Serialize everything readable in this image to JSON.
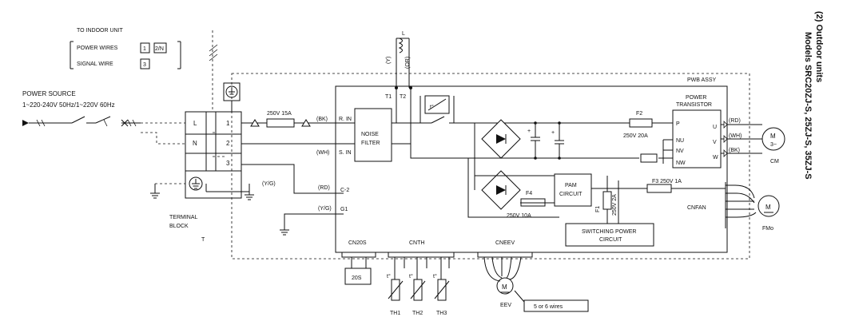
{
  "heading": {
    "section": "(2)  Outdoor units",
    "models": "Models SRC20ZJ-S, 25ZJ-S, 35ZJ-S"
  },
  "legend": {
    "title": "TO INDOOR UNIT",
    "power_wires": "POWER WIRES",
    "power_nums": "1",
    "power_frac": "2/N",
    "signal_wire": "SIGNAL WIRE",
    "signal_num": "3"
  },
  "power_source": {
    "label": "POWER SOURCE",
    "spec": "1~220-240V 50Hz/1~220V 60Hz"
  },
  "terminal_block": {
    "label1": "TERMINAL",
    "label2": "BLOCK",
    "tag": "T",
    "row_L": "L",
    "row_N": "N",
    "t1": "1",
    "t2": "2",
    "t3": "3"
  },
  "wires": {
    "fuse_main": "250V 15A",
    "bk": "(BK)",
    "wh": "(WH)",
    "rd": "(RD)",
    "yg1": "(Y/G)",
    "yg2": "(Y/G)",
    "y": "(Y)",
    "or": "(OR)",
    "L": "L",
    "T1": "T1",
    "T2": "T2"
  },
  "pwb": {
    "label": "PWB ASSY",
    "r_in": "R. IN",
    "s_in": "S. IN",
    "c2": "C-2",
    "g1": "G1",
    "noise_filter_1": "NOISE",
    "noise_filter_2": "FILTER",
    "cn20s": "CN20S",
    "cnth": "CNTH",
    "cneev": "CNEEV",
    "cnfan": "CNFAN",
    "tdeg": "t°"
  },
  "power_transistor": {
    "label1": "POWER",
    "label2": "TRANSISTOR",
    "p": "P",
    "nu": "NU",
    "nv": "NV",
    "nw": "NW",
    "u": "U",
    "v": "V",
    "w": "W"
  },
  "fuses": {
    "f2": "F2",
    "f2_spec": "250V 20A",
    "f3": "F3 250V 1A",
    "f4": "F4",
    "f4_spec": "250V 10A",
    "f1": "F1",
    "f1_spec": "250V 2A"
  },
  "pam": {
    "l1": "PAM",
    "l2": "CIRCUIT"
  },
  "switching": {
    "l1": "SWITCHING POWER",
    "l2": "CIRCUIT"
  },
  "motor": {
    "cm": "CM",
    "fmo": "FMo",
    "m": "M",
    "phase": "3~",
    "rd": "(RD)",
    "wh": "(WH)",
    "bk": "(BK)"
  },
  "bottom": {
    "b20s": "20S",
    "th1": "TH1",
    "th2": "TH2",
    "th3": "TH3",
    "eev": "EEV",
    "wires_note": "5 or 6 wires"
  },
  "colors": {
    "line": "#111111",
    "background": "#ffffff"
  }
}
